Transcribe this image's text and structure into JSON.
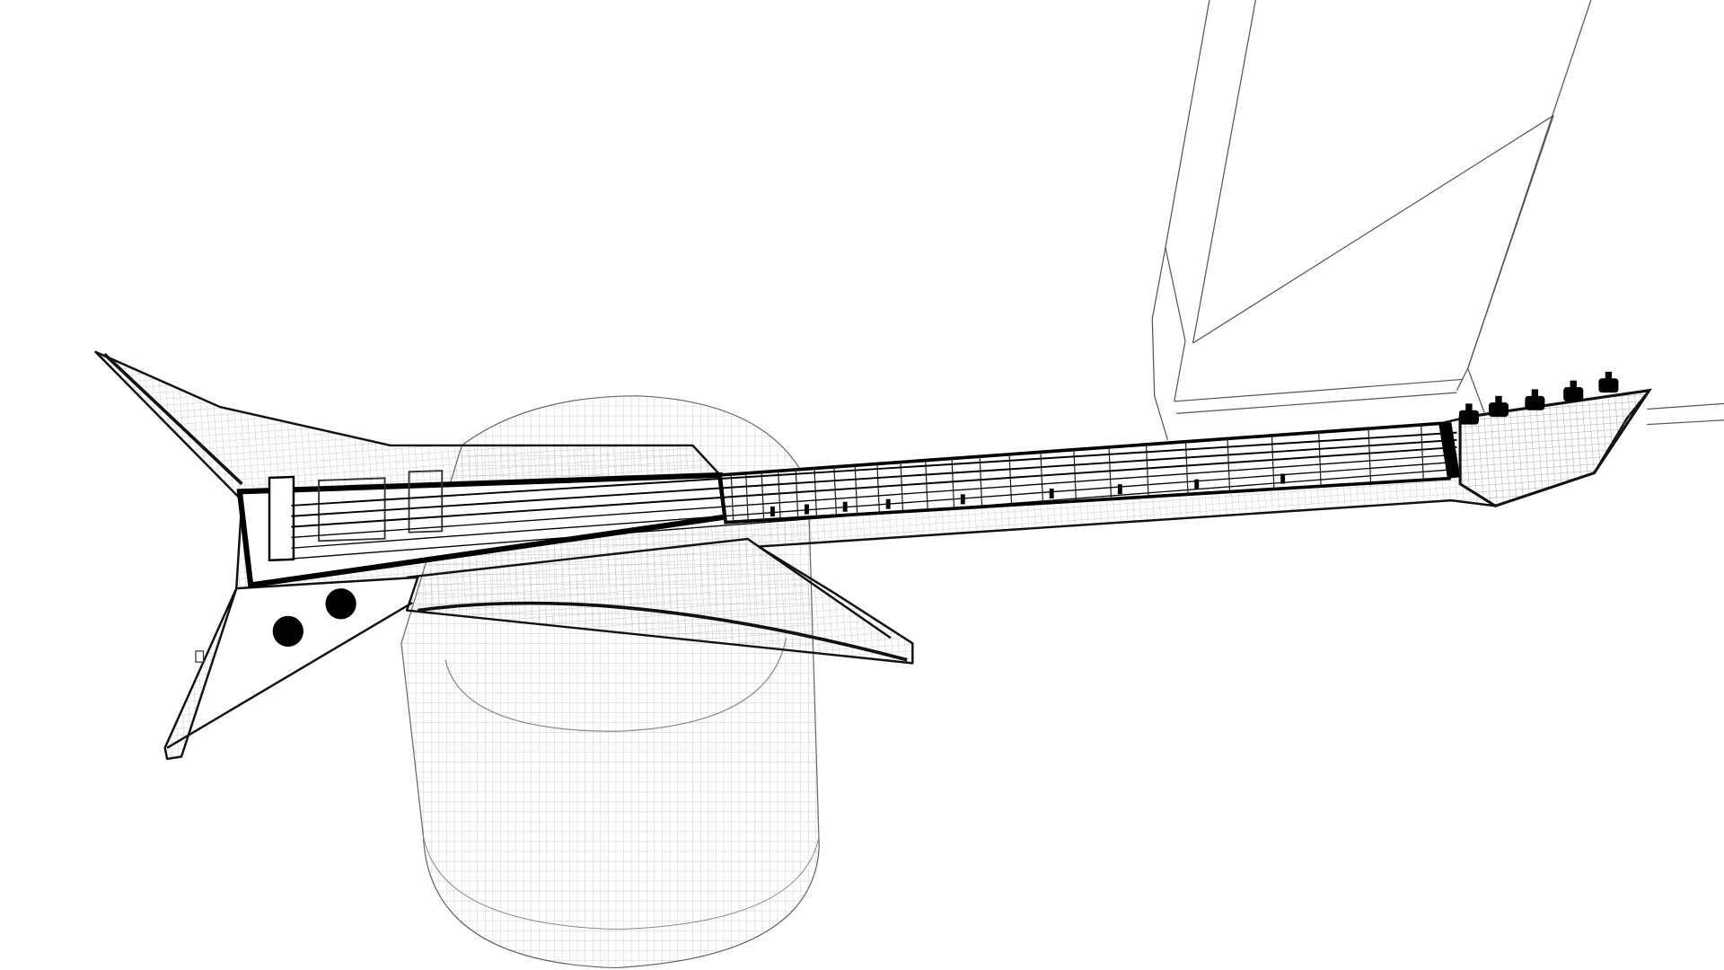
{
  "scene": {
    "subject": "wireframe-render",
    "colors": {
      "background": "#ffffff",
      "wire": "#1a1a1a",
      "mesh": "#7a7a7a",
      "solid": "#000000"
    },
    "fretboard": {
      "fret_count": 24
    },
    "tuning_pegs": 5,
    "control_knobs": 2
  }
}
